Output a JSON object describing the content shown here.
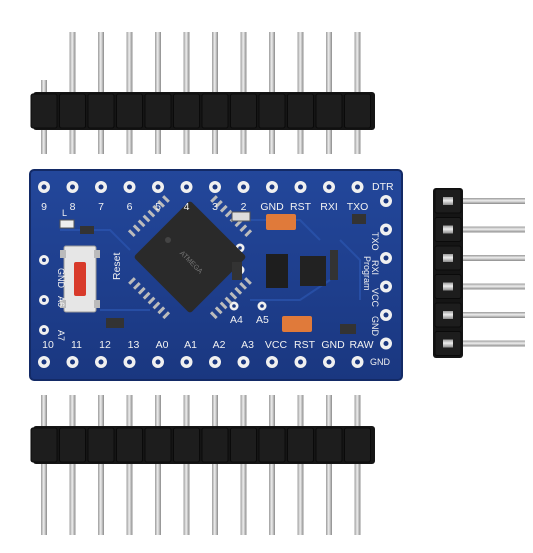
{
  "board": {
    "top_row_labels": [
      "9",
      "8",
      "7",
      "6",
      "5",
      "4",
      "3",
      "2",
      "GND",
      "RST",
      "RXI",
      "TXO"
    ],
    "bottom_row_labels": [
      "10",
      "11",
      "12",
      "13",
      "A0",
      "A1",
      "A2",
      "A3",
      "VCC",
      "RST",
      "GND",
      "RAW"
    ],
    "dtr_label": "DTR",
    "right_edge_labels": [
      "TXO",
      "RXI",
      "VCC",
      "GND"
    ],
    "bottom_right_label": "GND",
    "left_edge_labels": [
      "GND",
      "A6",
      "A7"
    ],
    "reset_label": "Reset",
    "extra_pin_labels": [
      "A4",
      "A5"
    ],
    "programming_label": "Program",
    "led_label": "L"
  },
  "colors": {
    "pcb": "#1f3f8f",
    "pcb_dark": "#18347a",
    "header_plastic": "#151515",
    "pin_metal": "#c8c8c8",
    "chip": "#2a2a2a",
    "button_red": "#d83a2a",
    "cap_orange": "#e07a3a",
    "silkscreen": "#f2f2f2"
  },
  "components": {
    "top_header_pins": 12,
    "bottom_header_pins": 12,
    "right_header_pins": 6
  }
}
